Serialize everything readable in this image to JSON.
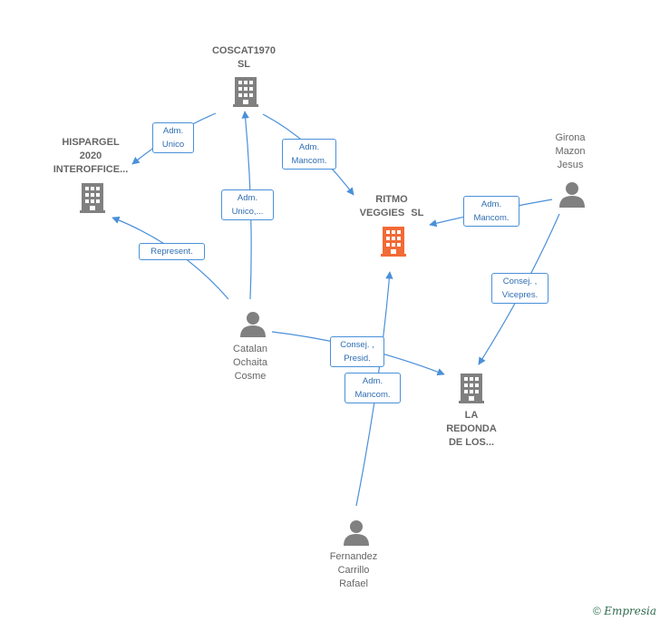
{
  "colors": {
    "edge": "#4a90d9",
    "node": "#808080",
    "focus": "#f26a35",
    "label": "#666666"
  },
  "nodes": {
    "coscat": {
      "label_lines": [
        "COSCAT1970",
        "SL"
      ],
      "icon": "building-icon"
    },
    "hispargel": {
      "label_lines": [
        "HISPARGEL",
        "2020",
        "INTEROFFICE..."
      ],
      "icon": "building-icon"
    },
    "ritmo": {
      "label_lines": [
        "RITMO",
        "VEGGIES SL"
      ],
      "icon": "building-icon-highlight"
    },
    "girona": {
      "label_lines": [
        "Girona",
        "Mazon",
        "Jesus"
      ],
      "icon": "person-icon"
    },
    "catalan": {
      "label_lines": [
        "Catalan",
        "Ochaita",
        "Cosme"
      ],
      "icon": "person-icon"
    },
    "redonda": {
      "label_lines": [
        "LA",
        "REDONDA",
        "DE LOS..."
      ],
      "icon": "building-icon"
    },
    "fernandez": {
      "label_lines": [
        "Fernandez",
        "Carrillo",
        "Rafael"
      ],
      "icon": "person-icon"
    }
  },
  "edges": {
    "coscat_hispargel": [
      "Adm.",
      "Unico"
    ],
    "coscat_ritmo": [
      "Adm.",
      "Mancom."
    ],
    "catalan_coscat": [
      "Adm.",
      "Unico,..."
    ],
    "catalan_hispargel": [
      "Represent."
    ],
    "girona_ritmo": [
      "Adm.",
      "Mancom."
    ],
    "girona_redonda": [
      "Consej. ,",
      "Vicepres."
    ],
    "catalan_redonda": [
      "Consej. ,",
      "Presid."
    ],
    "fernandez_ritmo": [
      "Adm.",
      "Mancom."
    ]
  },
  "footer": {
    "symbol": "©",
    "brand": "Empresia"
  }
}
